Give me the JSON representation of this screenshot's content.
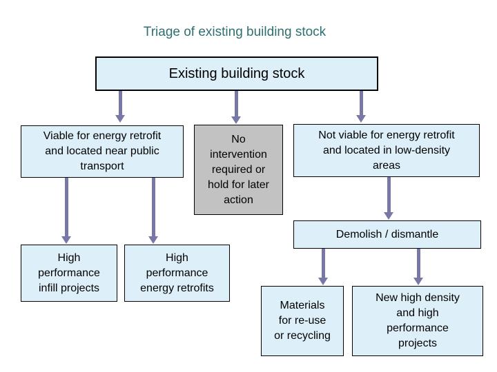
{
  "title": {
    "text": "Triage of existing building stock",
    "color": "#2F6F6F"
  },
  "colors": {
    "background": "#FFFFFF",
    "node_fill": "#DDEFF8",
    "gray_node_fill": "#C2C2C2",
    "node_border": "#000000",
    "arrow": "#7878A6",
    "text": "#000000"
  },
  "nodes": {
    "root": {
      "label": "Existing building stock"
    },
    "viable": {
      "label": "Viable for energy retrofit\nand located near public\ntransport"
    },
    "no_intervention": {
      "label": "No\nintervention\nrequired or\nhold for later\naction"
    },
    "not_viable": {
      "label": "Not viable for energy retrofit\nand located in low-density\nareas"
    },
    "demolish": {
      "label": "Demolish / dismantle"
    },
    "infill": {
      "label": "High\nperformance\ninfill projects"
    },
    "energy_retrofits": {
      "label": "High\nperformance\nenergy retrofits"
    },
    "materials": {
      "label": "Materials\nfor re-use\nor recycling"
    },
    "new_projects": {
      "label": "New high density\nand high\nperformance\nprojects"
    }
  },
  "edges": [
    {
      "from": "root",
      "to": "viable"
    },
    {
      "from": "root",
      "to": "no_intervention"
    },
    {
      "from": "root",
      "to": "not_viable"
    },
    {
      "from": "viable",
      "to": "infill"
    },
    {
      "from": "viable",
      "to": "energy_retrofits"
    },
    {
      "from": "not_viable",
      "to": "demolish"
    },
    {
      "from": "demolish",
      "to": "materials"
    },
    {
      "from": "demolish",
      "to": "new_projects"
    }
  ]
}
